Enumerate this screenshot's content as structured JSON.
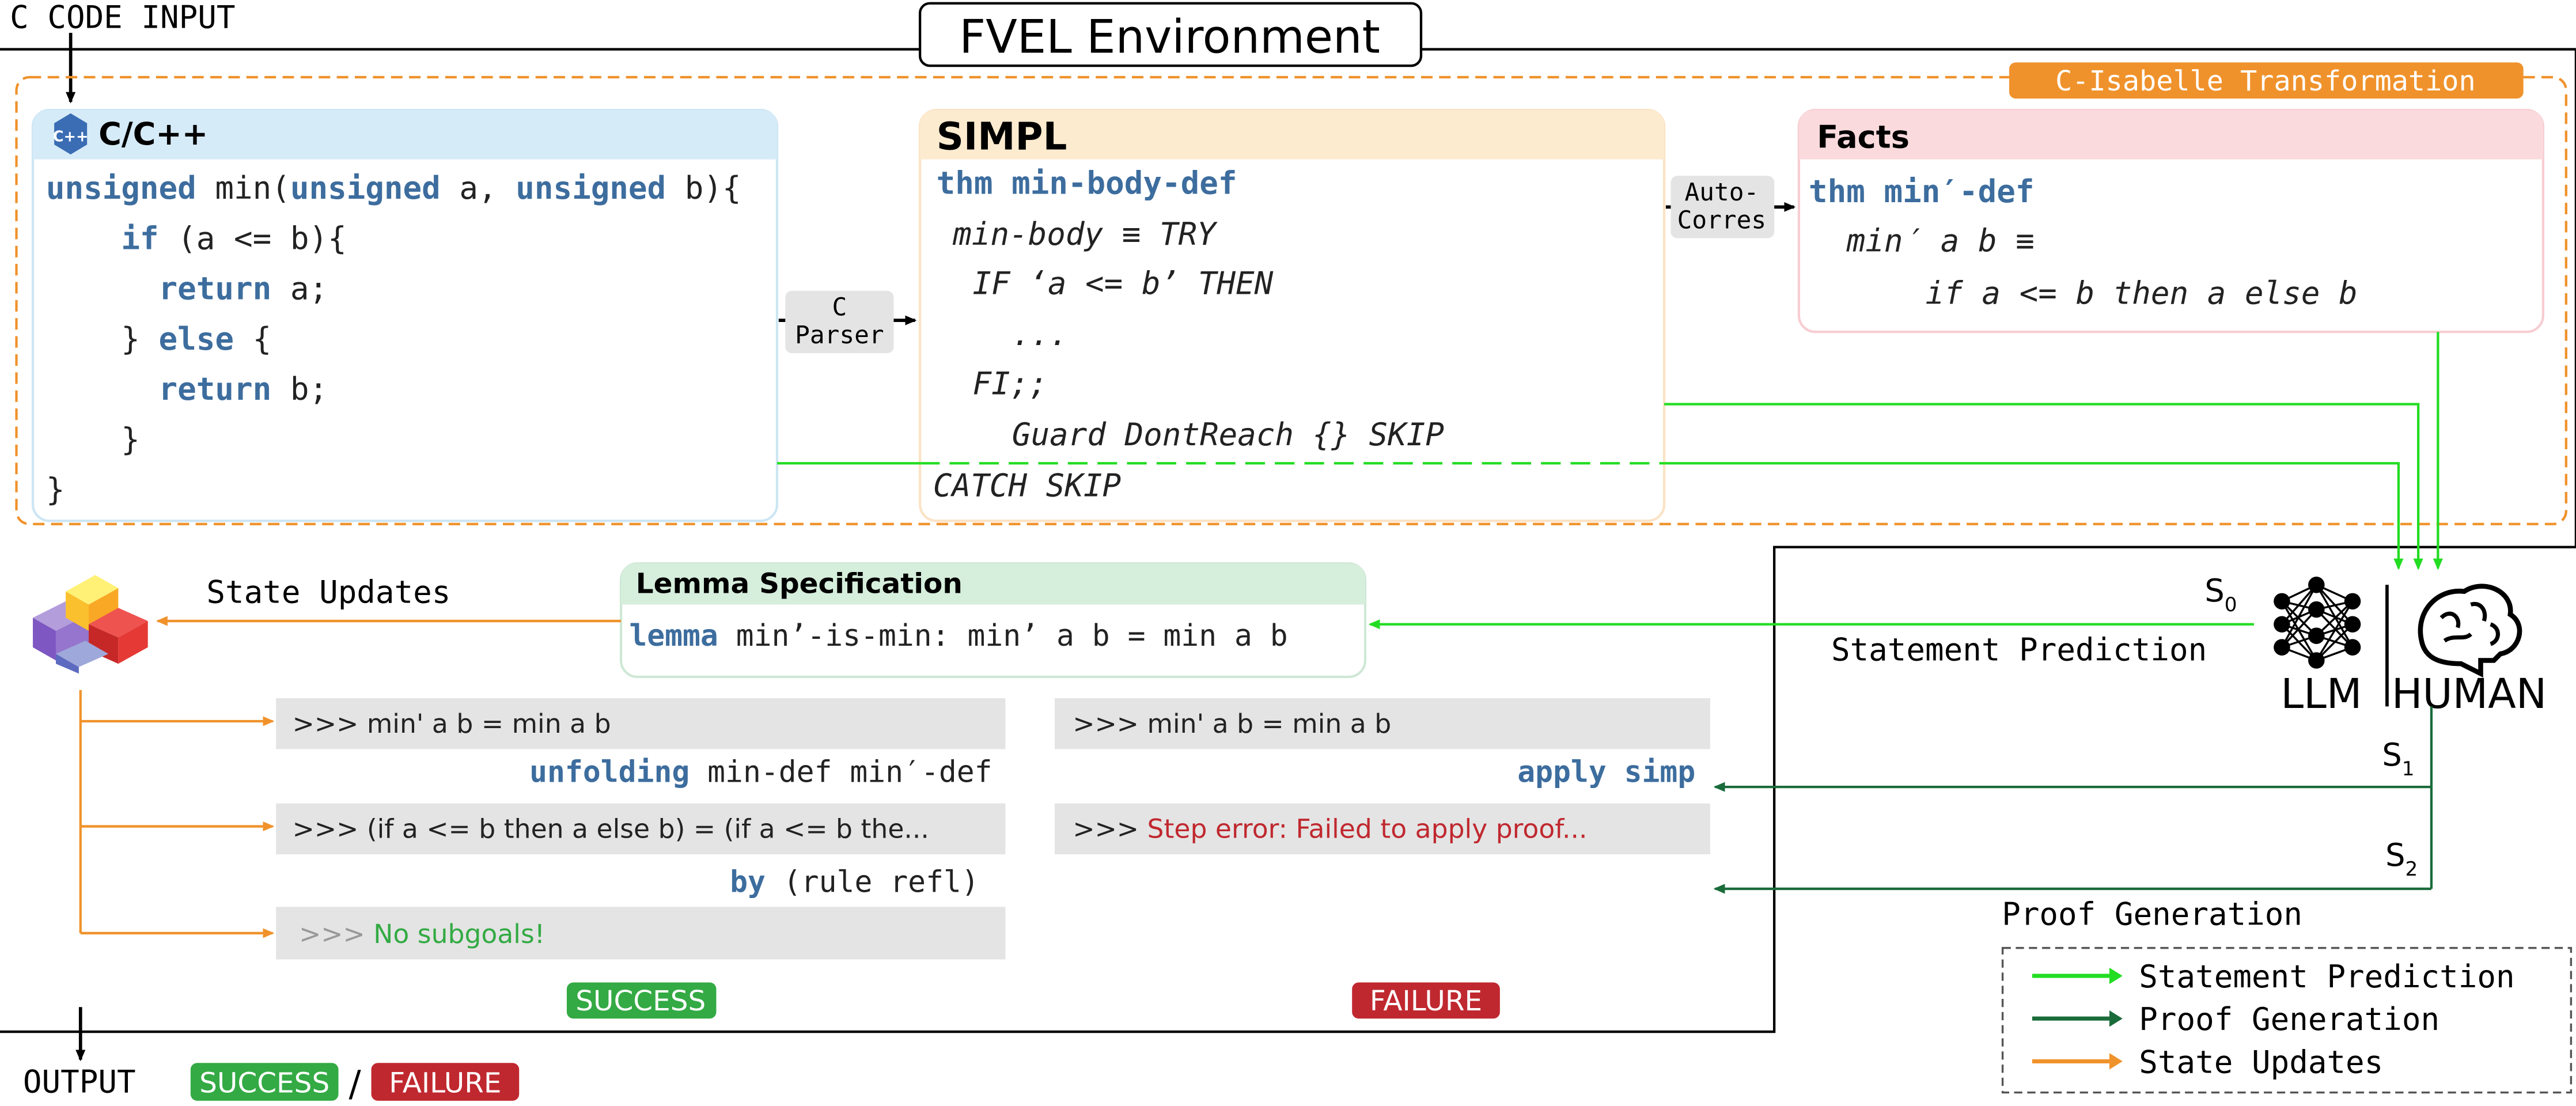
{
  "header": {
    "input_label": "C CODE INPUT",
    "env_title": "FVEL Environment",
    "transform_label": "C-Isabelle Transformation",
    "output_label": "OUTPUT"
  },
  "c_box": {
    "title": "C/C++",
    "icon_label": "C++",
    "code": [
      [
        [
          "kw",
          "unsigned"
        ],
        [
          "t",
          " min("
        ],
        [
          "kw",
          "unsigned"
        ],
        [
          "t",
          " a, "
        ],
        [
          "kw",
          "unsigned"
        ],
        [
          "t",
          " b){"
        ]
      ],
      [
        [
          "t",
          "    "
        ],
        [
          "kw",
          "if"
        ],
        [
          "t",
          " (a <= b){"
        ]
      ],
      [
        [
          "t",
          "      "
        ],
        [
          "kw",
          "return"
        ],
        [
          "t",
          " a;"
        ]
      ],
      [
        [
          "t",
          "    } "
        ],
        [
          "kw",
          "else"
        ],
        [
          "t",
          " {"
        ]
      ],
      [
        [
          "t",
          "      "
        ],
        [
          "kw",
          "return"
        ],
        [
          "t",
          " b;"
        ]
      ],
      [
        [
          "t",
          "    }"
        ]
      ],
      [
        [
          "t",
          "}"
        ]
      ]
    ]
  },
  "c_parser": {
    "line1": "C",
    "line2": "Parser"
  },
  "simpl_box": {
    "title": "SIMPL",
    "thm_kw": "thm",
    "thm_name": "min-body-def",
    "lines": [
      "min-body ≡ TRY",
      "IF ‘a <= b’ THEN",
      "...",
      "FI;;",
      "Guard DontReach {} SKIP",
      "CATCH SKIP"
    ]
  },
  "autocorres": {
    "line1": "Auto-",
    "line2": "Corres"
  },
  "facts_box": {
    "title": "Facts",
    "thm_kw": "thm",
    "thm_name": "min′-def",
    "line1": "min′ a b ≡",
    "line2": "if a <= b then a else b"
  },
  "lemma_box": {
    "title": "Lemma Specification",
    "kw": "lemma",
    "text": "min’-is-min: min’ a b = min a b"
  },
  "agents": {
    "llm_label": "LLM",
    "human_label": "HUMAN",
    "s0": "S",
    "s0_sub": "0",
    "s1": "S",
    "s1_sub": "1",
    "s2": "S",
    "s2_sub": "2",
    "statement_prediction": "Statement Prediction",
    "proof_generation": "Proof Generation",
    "state_updates": "State Updates"
  },
  "success_column": {
    "goal1": ">>> min' a b = min a b",
    "tactic1_kw": "unfolding",
    "tactic1_text": " min-def min′-def",
    "goal2": ">>> (if a <= b then a else b) = (if a <= b the...",
    "tactic2_kw": "by",
    "tactic2_text": " (rule refl)",
    "goal3_prompt": ">>>",
    "goal3_text": " No subgoals!",
    "badge": "SUCCESS"
  },
  "failure_column": {
    "goal1": ">>> min' a b = min a b",
    "tactic1_kw": "apply simp",
    "error_prompt": ">>>",
    "error_text": " Step error: Failed to apply proof...",
    "badge": "FAILURE"
  },
  "output": {
    "success": "SUCCESS",
    "slash": "/",
    "failure": "FAILURE"
  },
  "legend": {
    "items": [
      {
        "label": "Statement Prediction",
        "color": "#22dd22"
      },
      {
        "label": "Proof Generation",
        "color": "#1a6b3a"
      },
      {
        "label": "State Updates",
        "color": "#f0922b"
      }
    ]
  },
  "colors": {
    "keyword": "#3d6d9e",
    "c_box_fill": "#d6ebf8",
    "simpl_fill": "#fdebd0",
    "facts_fill": "#fadadd",
    "lemma_fill": "#d6eedc",
    "orange": "#f0922b",
    "bright_green": "#22dd22",
    "dark_green": "#1a6b3a",
    "success": "#33aa44",
    "failure": "#c0282f",
    "grey_box": "#e4e4e4"
  }
}
